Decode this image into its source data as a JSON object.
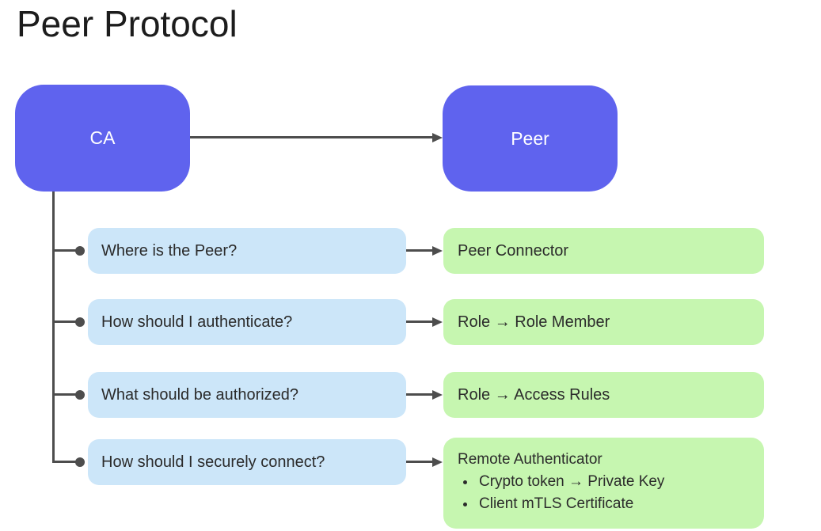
{
  "title": "Peer Protocol",
  "colors": {
    "node": "#5f63ee",
    "question": "#cce6f9",
    "answer": "#c6f6b0",
    "connector": "#4d4d4d",
    "text": "#2b2b2b",
    "node_text": "#ffffff",
    "title_text": "#1c1c1c",
    "background": "#ffffff"
  },
  "nodes": {
    "ca": "CA",
    "peer": "Peer"
  },
  "rows": [
    {
      "question": "Where is the Peer?",
      "answer": "Peer Connector"
    },
    {
      "question": "How should I authenticate?",
      "answer": "Role → Role Member"
    },
    {
      "question": "What should be authorized?",
      "answer": "Role → Access Rules"
    },
    {
      "question": "How should I securely connect?",
      "answer_title": "Remote Authenticator",
      "answer_bullets": [
        "Crypto token → Private Key",
        "Client mTLS Certificate"
      ]
    }
  ]
}
